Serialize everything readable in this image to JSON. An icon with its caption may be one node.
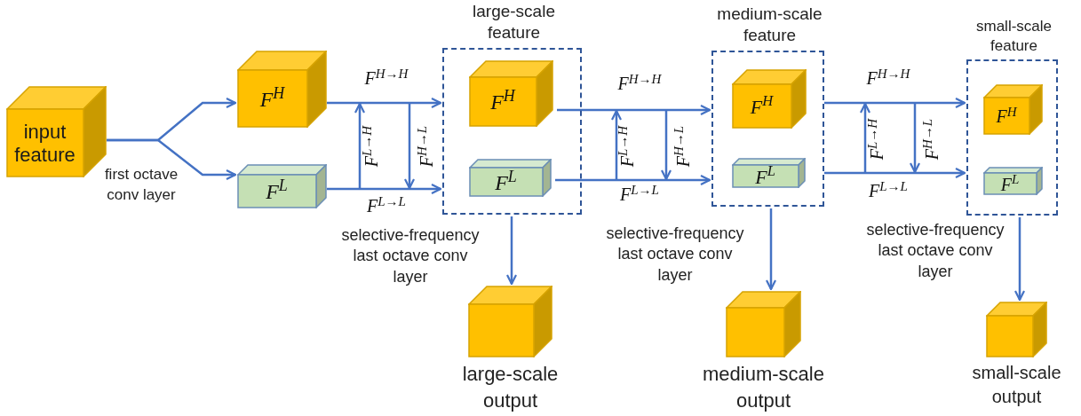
{
  "diagram": {
    "nodes": [
      {
        "text": [
          "input feature"
        ]
      },
      {
        "text": [
          "F$^{H}$"
        ]
      },
      {
        "text": [
          "F$^{L}$"
        ]
      },
      {
        "text": [
          "large-scale feature"
        ]
      },
      {
        "text": [
          "F$^{H}$"
        ],
        "in": 3
      },
      {
        "text": [
          "F$^{L}$"
        ],
        "in": 3
      },
      {
        "text": [
          "medium-scale feature"
        ]
      },
      {
        "text": [
          "F$^{H}$"
        ],
        "in": 6
      },
      {
        "text": [
          "F$^{L}$"
        ],
        "in": 6
      },
      {
        "text": [
          "small-scale feature"
        ]
      },
      {
        "text": [
          "F$^{H}$"
        ],
        "in": 9
      },
      {
        "text": [
          "F$^{L}$"
        ],
        "in": 9
      },
      {
        "text": [
          "large-scale output"
        ]
      },
      {
        "text": [
          "medium-scale output"
        ]
      },
      {
        "text": [
          "small-scale output"
        ]
      }
    ],
    "edges": [
      {
        "from": 0,
        "to": 1,
        "arrow": "to"
      },
      {
        "from": 0,
        "to": 2,
        "arrow": "to",
        "label": "first octave conv layer"
      },
      {
        "from": 1,
        "to": 3,
        "arrow": "to",
        "label": "F$^{H→H}$"
      },
      {
        "from": 2,
        "to": 3,
        "arrow": "to",
        "label": "F$^{L→L}$"
      },
      {
        "from": 4,
        "to": 6,
        "arrow": "to",
        "label": "F$^{H→H}$"
      },
      {
        "from": 5,
        "to": 6,
        "arrow": "to",
        "label": "F$^{L→L}$"
      },
      {
        "from": 6,
        "to": 9,
        "arrow": "to",
        "label": "F$^{H→H}$"
      },
      {
        "from": 6,
        "to": 9,
        "arrow": "to",
        "label": "F$^{L→L}$"
      },
      {
        "from": 3,
        "to": 12,
        "arrow": "to"
      },
      {
        "from": 6,
        "to": 13,
        "arrow": "to"
      },
      {
        "from": 9,
        "to": 14,
        "arrow": "to"
      }
    ],
    "labels": [
      "F$^{L→H}$",
      "F$^{H→L}$",
      "selective-frequency last octave conv layer",
      "F$^{L→H}$",
      "F$^{H→L}$",
      "selective-frequency last octave conv layer",
      "F$^{L→H}$",
      "F$^{H→L}$",
      "selective-frequency last octave conv layer"
    ]
  }
}
